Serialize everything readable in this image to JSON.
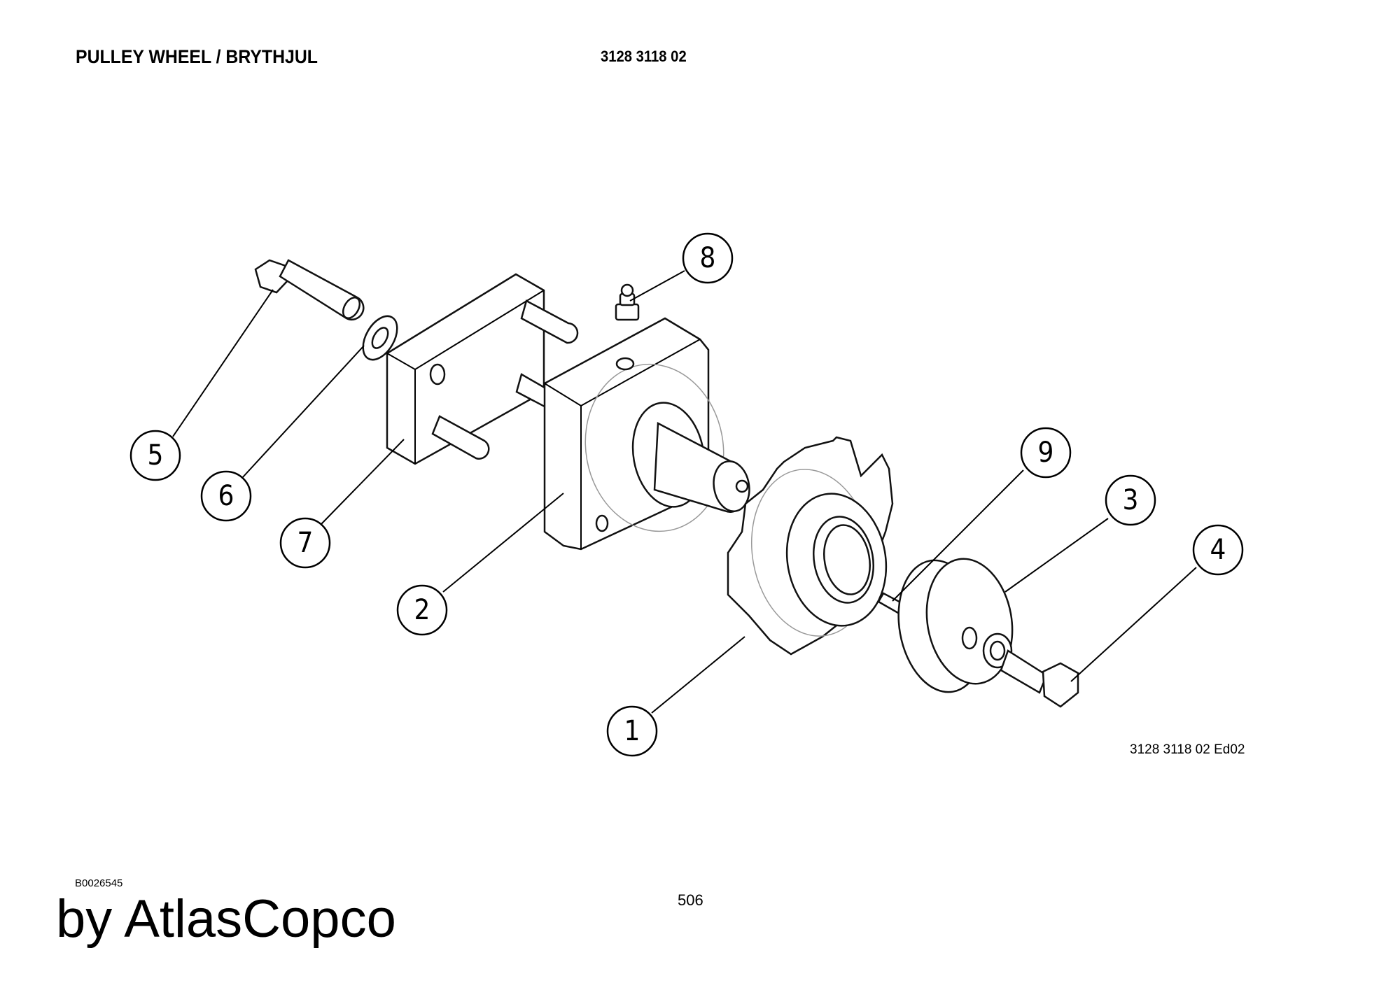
{
  "header": {
    "title": "PULLEY WHEEL / BRYTHJUL",
    "part_number": "3128 3118 02"
  },
  "drawing": {
    "reference": "3128 3118 02 Ed02",
    "callouts": [
      "1",
      "2",
      "3",
      "4",
      "5",
      "6",
      "7",
      "8",
      "9"
    ]
  },
  "footer": {
    "document_id": "B0026545",
    "brand": "by AtlasCopco",
    "page_number": "506"
  }
}
